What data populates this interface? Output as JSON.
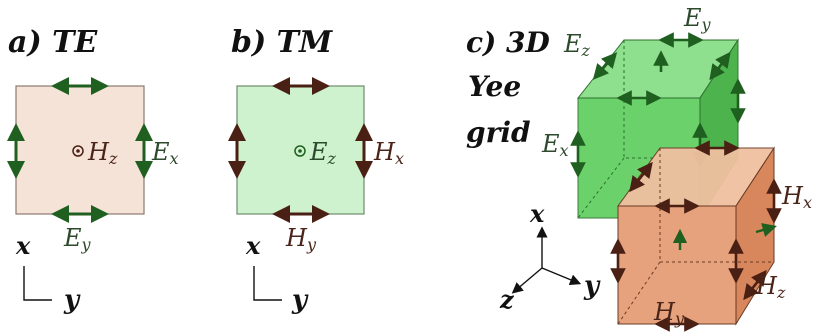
{
  "panels": {
    "te": {
      "title": "a) TE",
      "center_field": "H",
      "center_sub": "z",
      "side_field": "E",
      "side_sub": "x",
      "bottom_field": "E",
      "bottom_sub": "y"
    },
    "tm": {
      "title": "b) TM",
      "center_field": "E",
      "center_sub": "z",
      "side_field": "H",
      "side_sub": "x",
      "bottom_field": "H",
      "bottom_sub": "y"
    },
    "yee": {
      "title_line1": "c) 3D",
      "title_line2": "Yee",
      "title_line3": "grid",
      "top_field": "E",
      "top_sub": "y",
      "left_top_field": "E",
      "left_top_sub": "z",
      "left_mid_field": "E",
      "left_mid_sub": "x",
      "right_field": "H",
      "right_sub": "x",
      "lower_right_field": "H",
      "lower_right_sub": "z",
      "bottom_field": "H",
      "bottom_sub": "y"
    }
  },
  "axes": {
    "te": {
      "x": "x",
      "y": "y"
    },
    "tm": {
      "x": "x",
      "y": "y"
    },
    "yee": {
      "x": "x",
      "y": "y",
      "z": "z"
    }
  },
  "colors": {
    "te_fill": "#f6e3d7",
    "tm_fill": "#cdf2cd",
    "cube_green_front": "#5fcf5f",
    "cube_green_top": "#8ee08e",
    "cube_green_side": "#44b044",
    "cube_orange_front": "#e6a27c",
    "cube_orange_top": "#f0c0a0",
    "cube_orange_side": "#d8875c",
    "e_arrow": "#1f5f1f",
    "h_arrow": "#4a1f14",
    "e_text": "#2d4a2d",
    "h_text": "#4a2418"
  }
}
